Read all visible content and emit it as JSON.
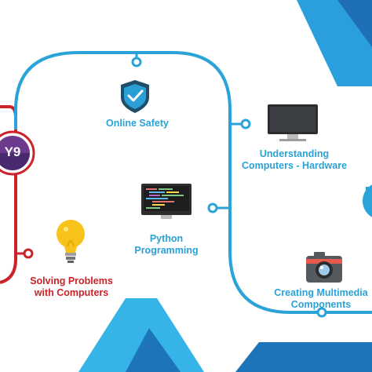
{
  "year_badge": "Y9",
  "colors": {
    "path_blue": "#2ba3d8",
    "path_red": "#cc2229",
    "badge_purple": "#6b3a8c",
    "badge_dark": "#4a2a6e",
    "shape_light_blue": "#36b4e8",
    "shape_dark_blue": "#1d74b8"
  },
  "topics": {
    "online_safety": {
      "label": "Online Safety",
      "icon": "shield-check-icon"
    },
    "hardware": {
      "line1": "Understanding",
      "line2": "Computers - Hardware",
      "icon": "monitor-icon"
    },
    "python": {
      "line1": "Python",
      "line2": "Programming",
      "icon": "code-monitor-icon"
    },
    "multimedia": {
      "line1": "Creating Multimedia",
      "line2": "Components",
      "icon": "camera-icon"
    },
    "problems": {
      "line1": "Solving Problems",
      "line2": "with Computers",
      "icon": "lightbulb-icon"
    }
  }
}
